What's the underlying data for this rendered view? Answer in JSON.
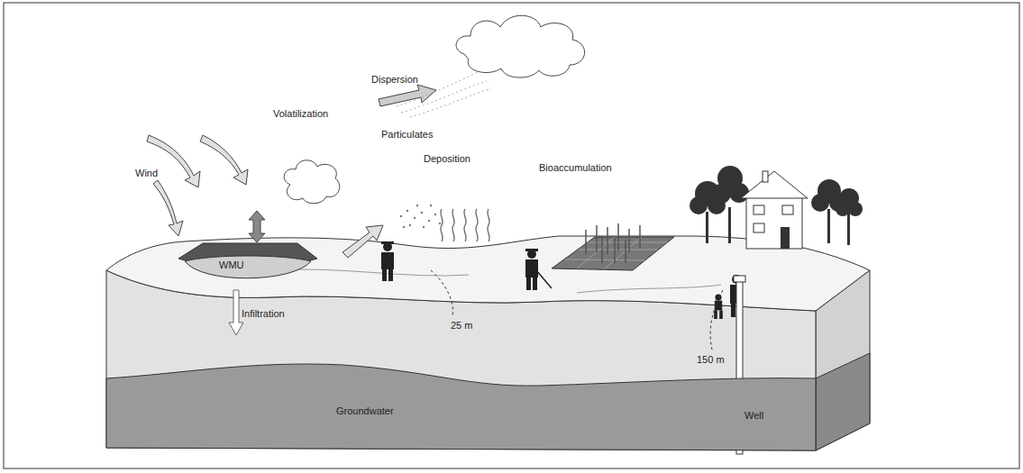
{
  "diagram": {
    "nodes": [
      {
        "text": [
          "WMU"
        ]
      },
      {
        "text": [
          "Groundwater"
        ]
      }
    ],
    "labels": [
      "Dispersion",
      "Volatilization",
      "Particulates",
      "Deposition",
      "Wind",
      "Bioaccumulation",
      "Infiltration",
      "25 m",
      "150 m",
      "Well"
    ]
  }
}
